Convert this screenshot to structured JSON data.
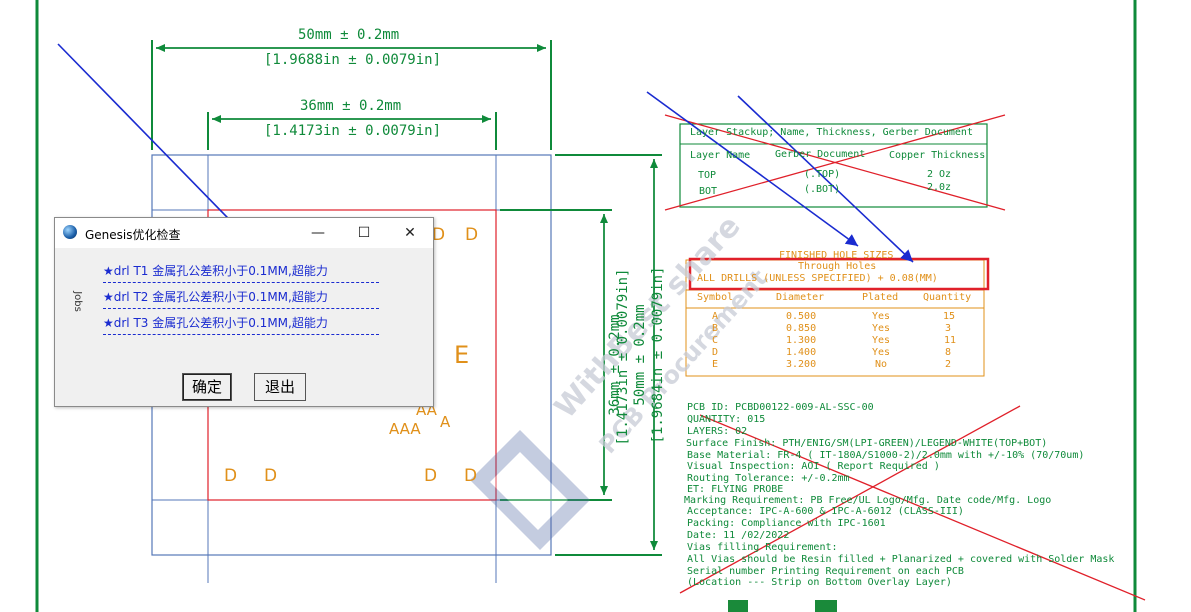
{
  "drawing": {
    "dim_width_outer": {
      "mm": "50mm ± 0.2mm",
      "in": "[1.9688in ± 0.0079in]"
    },
    "dim_width_inner": {
      "mm": "36mm ± 0.2mm",
      "in": "[1.4173in ± 0.0079in]"
    },
    "dim_height_inner": {
      "mm": "36mm ± 0.2mm",
      "in": "[1.4173in ± 0.0079in]"
    },
    "dim_height_outer": {
      "mm": "50mm ± 0.2mm",
      "in": "[1.9684in ± 0.0079in]"
    },
    "hole_letters": {
      "d": "D",
      "e": "E",
      "aa": "AA",
      "aaa": "AAA",
      "a": "A"
    }
  },
  "layer_stackup": {
    "title": "Layer Stackup; Name, Thickness, Gerber Document",
    "headers": [
      "Layer Name",
      "Gerber Document",
      "Copper Thickness"
    ],
    "rows": [
      [
        "TOP",
        "(.TOP)",
        "2 Oz"
      ],
      [
        "BOT",
        "(.BOT)",
        "2.0z"
      ]
    ]
  },
  "hole_table": {
    "title": "FINISHED HOLE SIZES",
    "subtitle": "Through Holes",
    "note": "ALL DRILLS (UNLESS SPECIFIED) + 0.08(MM)",
    "headers": [
      "Symbol",
      "Diameter",
      "Plated",
      "Quantity"
    ],
    "rows": [
      [
        "A",
        "0.500",
        "Yes",
        "15"
      ],
      [
        "B",
        "0.850",
        "Yes",
        "3"
      ],
      [
        "C",
        "1.300",
        "Yes",
        "11"
      ],
      [
        "D",
        "1.400",
        "Yes",
        "8"
      ],
      [
        "E",
        "3.200",
        "No",
        "2"
      ]
    ]
  },
  "notes": [
    "PCB ID:  PCBD00122-009-AL-SSC-00",
    "QUANTITY: 015",
    "LAYERS: 02",
    "Surface Finish: PTH/ENIG/SM(LPI-GREEN)/LEGEND-WHITE(TOP+BOT)",
    "Base Material: FR-4 ( IT-180A/S1000-2)/2.0mm with +/-10% (70/70um)",
    "Visual Inspection: AOI ( Report Required )",
    "Routing Tolerance:  +/-0.2mm",
    "ET:  FLYING PROBE",
    "Marking Requirement:  PB Free/UL Logo/Mfg. Date code/Mfg. Logo",
    "Acceptance: IPC-A-600 & IPC-A-6012 (CLASS-III)",
    "Packing:  Compliance with IPC-1601",
    "Date: 11 /02/2022",
    "Vias filling Requirement:",
    "All Vias should be Resin filled + Planarized + covered with Solder Mask",
    "Serial number Printing Requirement on each PCB",
    "(Location --- Strip on Bottom Overlay Layer)"
  ],
  "watermark": {
    "line1": "WithBest share",
    "line2": "PCB Procurement"
  },
  "dialog": {
    "title": "Genesis优化检查",
    "minimize": "—",
    "maximize": "☐",
    "close": "✕",
    "side_label": "Jobs",
    "items": [
      "★drl T1 金属孔公差积小于0.1MM,超能力",
      "★drl T2 金属孔公差积小于0.1MM,超能力",
      "★drl T3 金属孔公差积小于0.1MM,超能力"
    ],
    "ok_label": "确定",
    "quit_label": "退出"
  },
  "colors": {
    "drawing_green": "#0f8a3a",
    "outline_blue": "#5577b8",
    "board_red": "#e0202a",
    "hole_orange": "#e0901a",
    "annotation_blue": "#1a2bd0",
    "highlight_yellow": "#e8e24a"
  }
}
